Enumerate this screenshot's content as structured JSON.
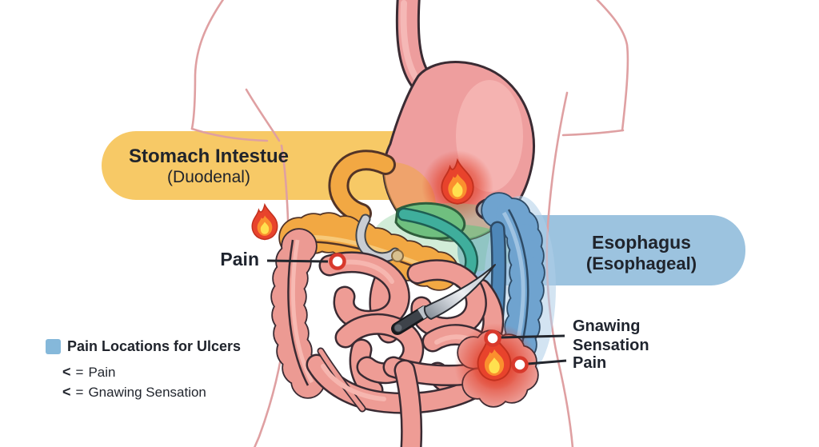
{
  "banners": {
    "duodenal": {
      "title": "Stomach Intestue",
      "subtitle": "(Duodenal)",
      "color": "#F7C966"
    },
    "esophageal": {
      "title": "Esophagus",
      "subtitle": "(Esophageal)",
      "color": "#9CC3DF"
    }
  },
  "callouts": {
    "pain_left": {
      "label": "Pain"
    },
    "gnawing": {
      "line1": "Gnawing",
      "line2": "Sensation"
    },
    "pain_right": {
      "label": "Pain"
    }
  },
  "legend": {
    "title": "Pain Locations for Ulcers",
    "swatch_color": "#85B8DA",
    "items": [
      {
        "symbol": "<",
        "eq": "=",
        "label": "Pain"
      },
      {
        "symbol": "<",
        "eq": "=",
        "label": "Gnawing Sensation"
      }
    ]
  },
  "icons": {
    "flame": "flame-icon",
    "knife": "knife-icon",
    "pain_marker": "pain-marker-icon",
    "legend_swatch": "legend-swatch-icon"
  },
  "colors": {
    "banner_yellow": "#F7C966",
    "banner_blue": "#9CC3DF",
    "body_outline": "#DFA0A2",
    "stomach_pink": "#EE9E9E",
    "small_intestine_pink": "#EE9C95",
    "transverse_colon_orange": "#F2A843",
    "right_colon_blue": "#6FA3CF",
    "green_segment": "#6FBF7F",
    "teal_duct": "#3FAE9C",
    "flame_red": "#E8432C",
    "flame_orange": "#FB8F2E",
    "flame_yellow": "#FFE14F",
    "marker_ring_red": "#D8392C",
    "text_dark": "#1F242E"
  }
}
